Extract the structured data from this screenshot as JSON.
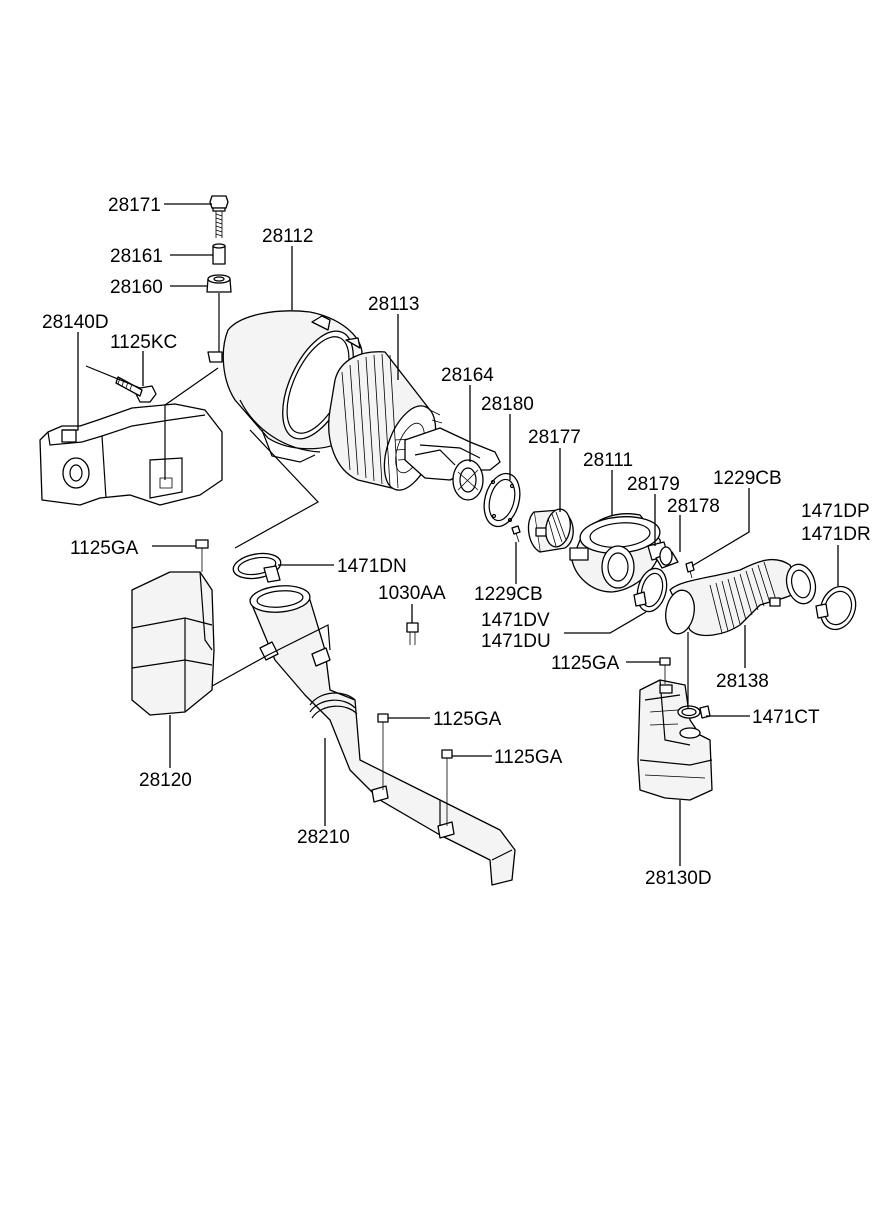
{
  "diagram": {
    "labels": {
      "p28171": "28171",
      "p28161": "28161",
      "p28160": "28160",
      "p28112": "28112",
      "p28113": "28113",
      "p28140D": "28140D",
      "p1125KC": "1125KC",
      "p28164": "28164",
      "p28180": "28180",
      "p28177": "28177",
      "p28111": "28111",
      "p28179": "28179",
      "p28178": "28178",
      "p1229CB_a": "1229CB",
      "p1471DP": "1471DP",
      "p1471DR": "1471DR",
      "p1125GA_a": "1125GA",
      "p1471DN": "1471DN",
      "p1030AA": "1030AA",
      "p1229CB_b": "1229CB",
      "p1471DV": "1471DV",
      "p1471DU": "1471DU",
      "p1125GA_b": "1125GA",
      "p28138": "28138",
      "p1125GA_c": "1125GA",
      "p1471CT": "1471CT",
      "p1125GA_d": "1125GA",
      "p28120": "28120",
      "p28210": "28210",
      "p28130D": "28130D"
    }
  }
}
